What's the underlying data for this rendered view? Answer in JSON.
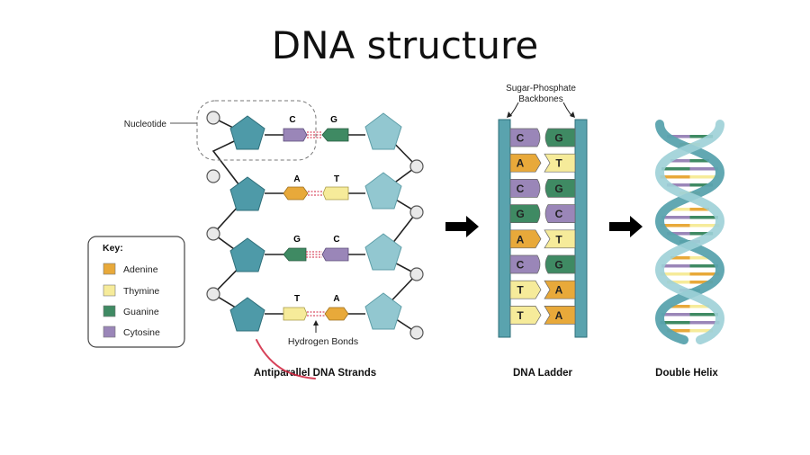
{
  "title": "DNA structure",
  "labels": {
    "nucleotide": "Nucleotide",
    "hydrogen_bonds": "Hydrogen Bonds",
    "backbones_line1": "Sugar-Phosphate",
    "backbones_line2": "Backbones",
    "antiparallel": "Antiparallel DNA Strands",
    "ladder": "DNA Ladder",
    "helix": "Double Helix"
  },
  "key": {
    "title": "Key:",
    "items": [
      {
        "name": "Adenine",
        "color": "#e8a93a"
      },
      {
        "name": "Thymine",
        "color": "#f6eb9a"
      },
      {
        "name": "Guanine",
        "color": "#3f8a63"
      },
      {
        "name": "Cytosine",
        "color": "#9a86b8"
      }
    ]
  },
  "antiparallel_pairs": [
    {
      "left": "C",
      "right": "G"
    },
    {
      "left": "A",
      "right": "T"
    },
    {
      "left": "G",
      "right": "C"
    },
    {
      "left": "T",
      "right": "A"
    }
  ],
  "ladder_pairs": [
    {
      "left": "C",
      "right": "G"
    },
    {
      "left": "A",
      "right": "T"
    },
    {
      "left": "C",
      "right": "G"
    },
    {
      "left": "G",
      "right": "C"
    },
    {
      "left": "A",
      "right": "T"
    },
    {
      "left": "C",
      "right": "G"
    },
    {
      "left": "T",
      "right": "A"
    },
    {
      "left": "T",
      "right": "A"
    }
  ],
  "colors": {
    "A": "#e8a93a",
    "T": "#f6eb9a",
    "G": "#3f8a63",
    "C": "#9a86b8",
    "sugar_left": "#4e9aa8",
    "sugar_right": "#92c7d0",
    "backbone": "#5aa3ae",
    "arrow": "#000000",
    "annotation": "#d0213c"
  }
}
